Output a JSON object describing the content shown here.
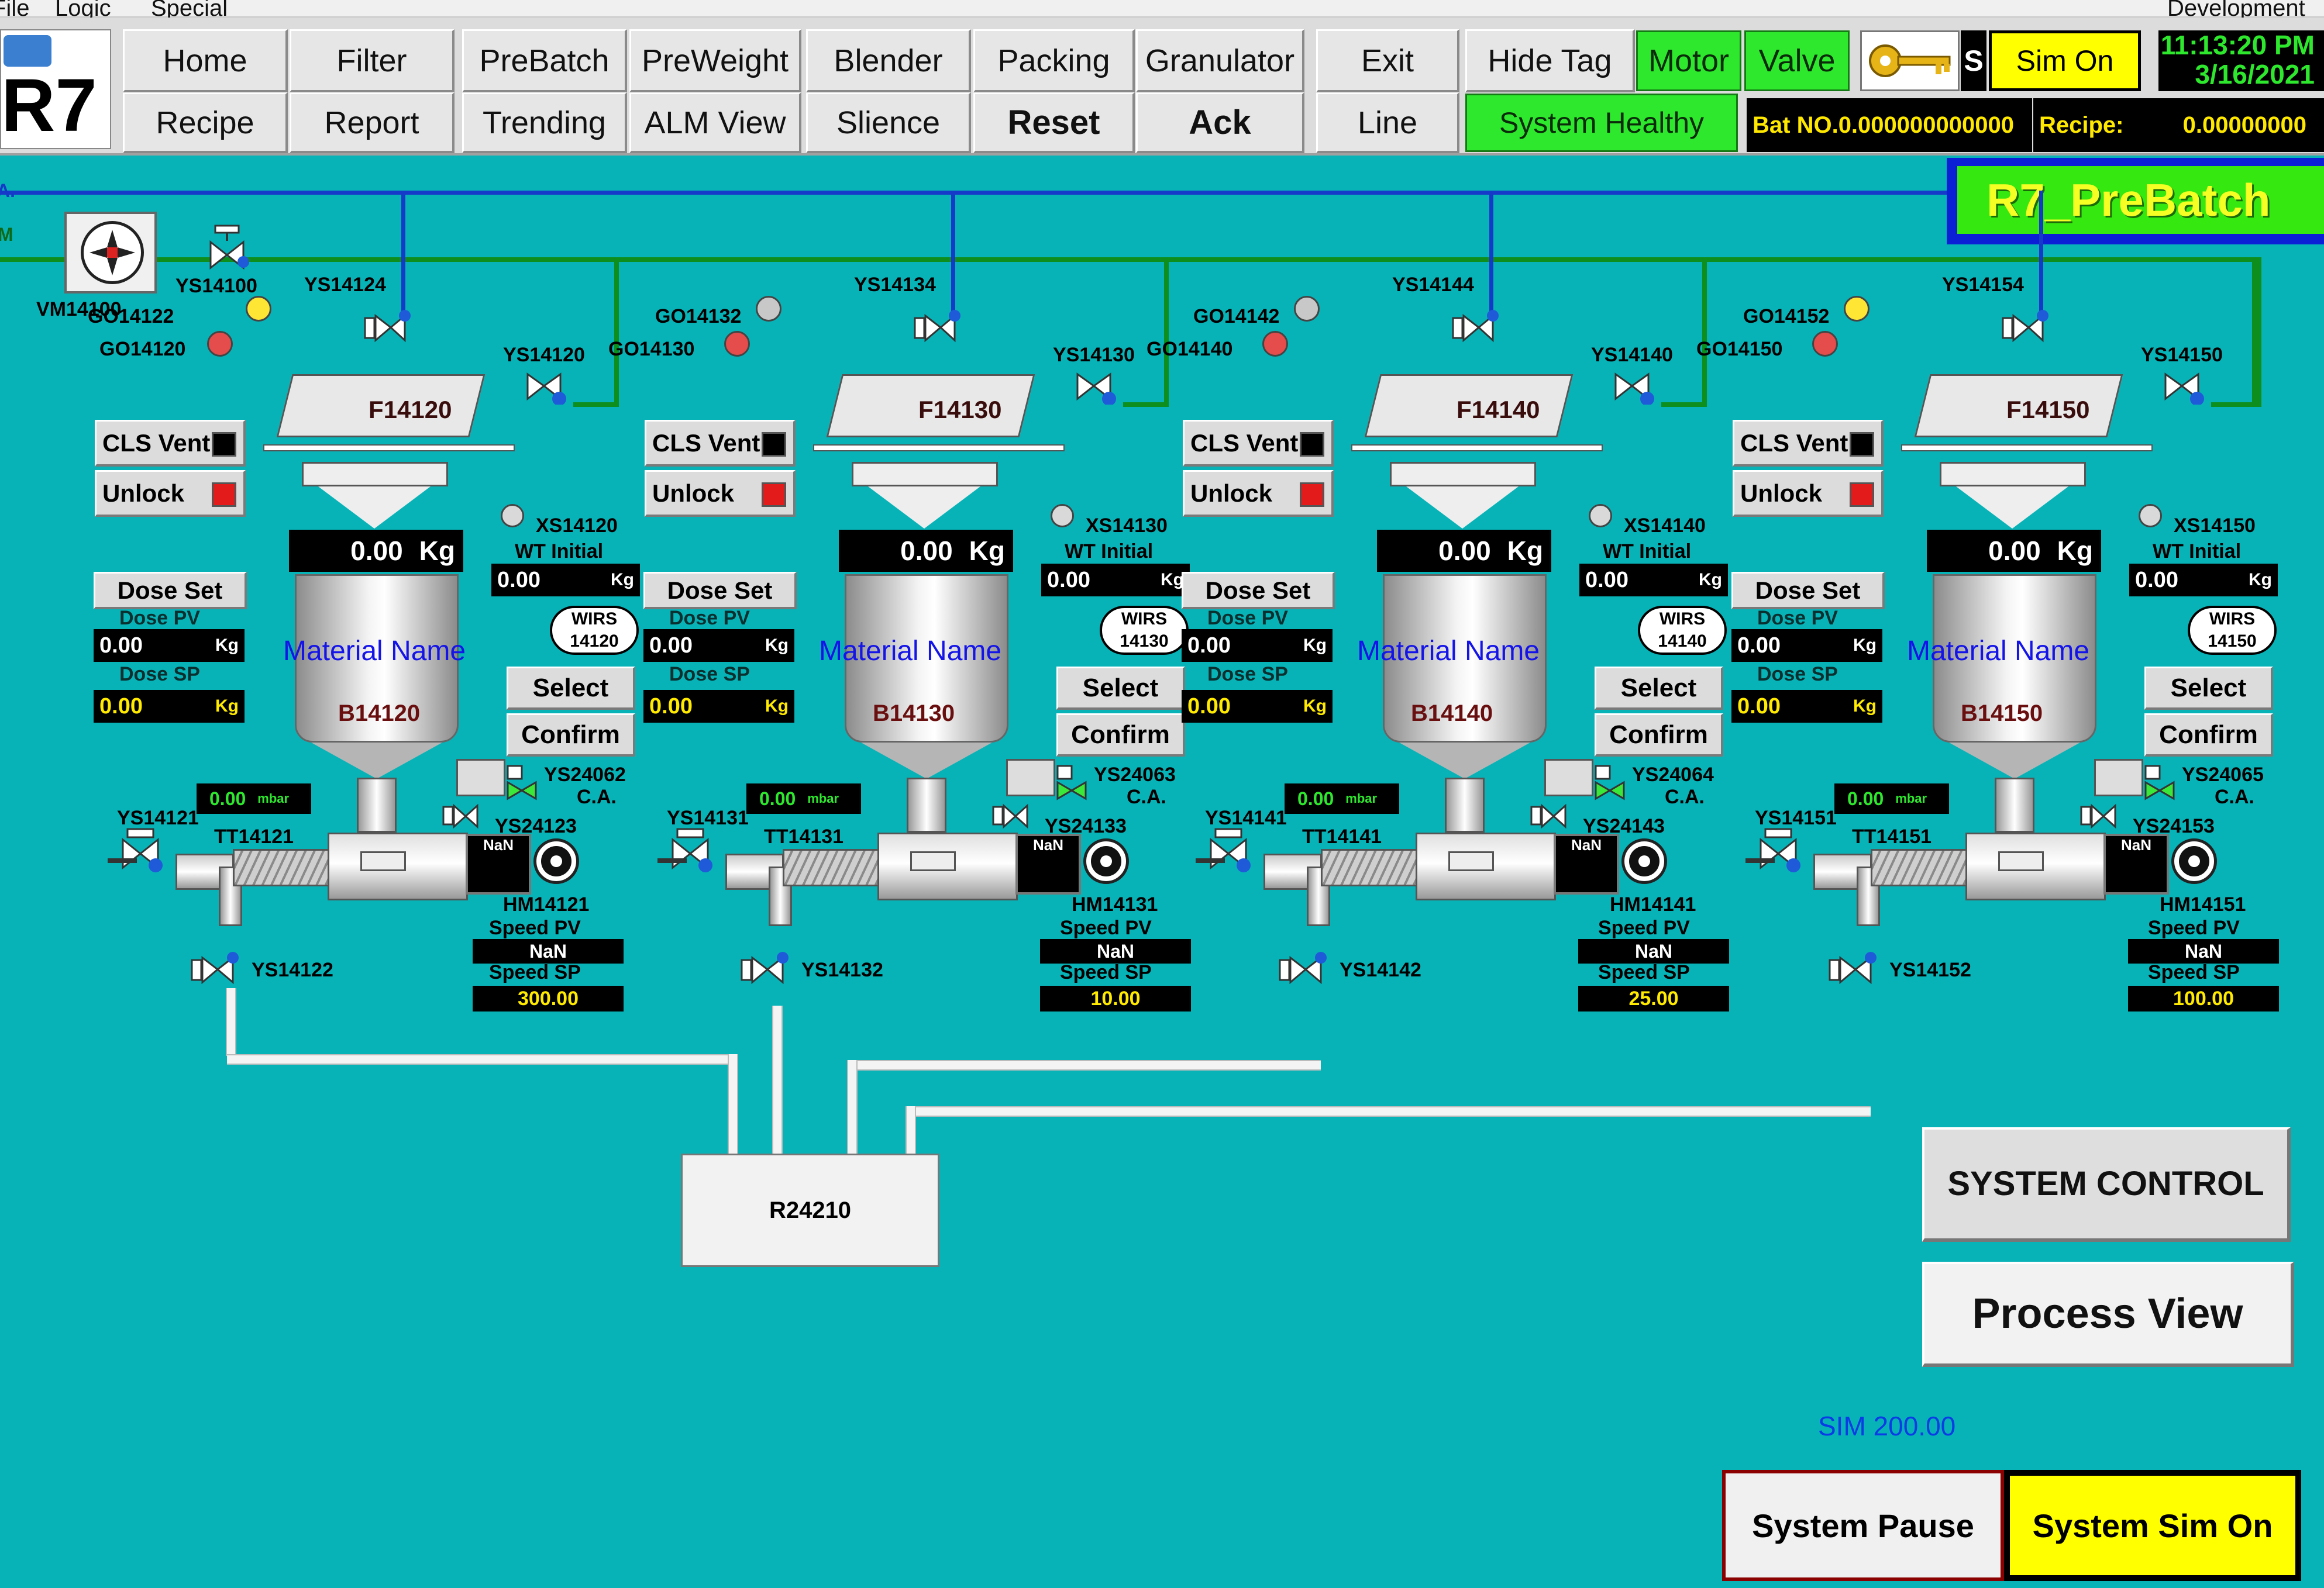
{
  "menu": {
    "items": [
      "File",
      "Logic",
      "Special"
    ],
    "right": "Development"
  },
  "logo": {
    "text": "R7"
  },
  "nav": {
    "home": "Home",
    "filter": "Filter",
    "prebatch": "PreBatch",
    "preweight": "PreWeight",
    "blender": "Blender",
    "packing": "Packing",
    "granulator": "Granulator",
    "exit": "Exit",
    "recipe": "Recipe",
    "report": "Report",
    "trending": "Trending",
    "alm_view": "ALM View",
    "silence": "Slience",
    "reset": "Reset",
    "ack": "Ack",
    "line": "Line"
  },
  "status": {
    "hide_tag": "Hide Tag",
    "motor": "Motor",
    "valve": "Valve",
    "sim_on": "Sim On",
    "s_letter": "S",
    "time": "11:13:20 PM",
    "date": "3/16/2021",
    "system_healthy": "System Healthy",
    "bat_no_label": "Bat NO.",
    "bat_no_value": "0.000000000000",
    "recipe_label": "Recipe:",
    "recipe_value": "0.00000000"
  },
  "screen_title": "R7_PreBatch",
  "common": {
    "ca_line": "A.",
    "m_line": "M",
    "fan_tag": "VM14100",
    "top_valve": "YS14100",
    "cls_vent": "CLS Vent",
    "unlock": "Unlock",
    "dose_set": "Dose Set",
    "dose_pv": "Dose PV",
    "dose_sp": "Dose SP",
    "kg": "Kg",
    "wt_initial": "WT Initial",
    "wirs": "WIRS",
    "material_name": "Material Name",
    "select": "Select",
    "confirm": "Confirm",
    "mbar": "mbar",
    "ca": "C.A.",
    "speed_pv": "Speed PV",
    "speed_sp": "Speed SP",
    "nan": "NaN"
  },
  "units": [
    {
      "go_a": "GO14122",
      "go_b": "GO14120",
      "feeder": "F14120",
      "top_vv": "YS14124",
      "side_vv": "YS14120",
      "xs": "XS14120",
      "wt": "0.00",
      "bin": "B14120",
      "wirs_num": "14120",
      "weight": "0.00",
      "dose_pv": "0.00",
      "dose_sp": "0.00",
      "press": "0.00",
      "vent": "YS24062",
      "ca_vv": "YS24123",
      "left_vv": "YS14121",
      "tt": "TT14121",
      "hm": "HM14121",
      "bot_vv": "YS14122",
      "speed_pv": "NaN",
      "speed_sp": "300.00",
      "lamp": "#ffe534"
    },
    {
      "go_a": "GO14132",
      "go_b": "GO14130",
      "feeder": "F14130",
      "top_vv": "YS14134",
      "side_vv": "YS14130",
      "xs": "XS14130",
      "wt": "0.00",
      "bin": "B14130",
      "wirs_num": "14130",
      "weight": "0.00",
      "dose_pv": "0.00",
      "dose_sp": "0.00",
      "press": "0.00",
      "vent": "YS24063",
      "ca_vv": "YS24133",
      "left_vv": "YS14131",
      "tt": "TT14131",
      "hm": "HM14131",
      "bot_vv": "YS14132",
      "speed_pv": "NaN",
      "speed_sp": "10.00",
      "lamp": "#c8c8c8"
    },
    {
      "go_a": "GO14142",
      "go_b": "GO14140",
      "feeder": "F14140",
      "top_vv": "YS14144",
      "side_vv": "YS14140",
      "xs": "XS14140",
      "wt": "0.00",
      "bin": "B14140",
      "wirs_num": "14140",
      "weight": "0.00",
      "dose_pv": "0.00",
      "dose_sp": "0.00",
      "press": "0.00",
      "vent": "YS24064",
      "ca_vv": "YS24143",
      "left_vv": "YS14141",
      "tt": "TT14141",
      "hm": "HM14141",
      "bot_vv": "YS14142",
      "speed_pv": "NaN",
      "speed_sp": "25.00",
      "lamp": "#c8c8c8"
    },
    {
      "go_a": "GO14152",
      "go_b": "GO14150",
      "feeder": "F14150",
      "top_vv": "YS14154",
      "side_vv": "YS14150",
      "xs": "XS14150",
      "wt": "0.00",
      "bin": "B14150",
      "wirs_num": "14150",
      "weight": "0.00",
      "dose_pv": "0.00",
      "dose_sp": "0.00",
      "press": "0.00",
      "vent": "YS24065",
      "ca_vv": "YS24153",
      "left_vv": "YS14151",
      "tt": "TT14151",
      "hm": "HM14151",
      "bot_vv": "YS14152",
      "speed_pv": "NaN",
      "speed_sp": "100.00",
      "lamp": "#ffe534"
    }
  ],
  "receiver": "R24210",
  "controls": {
    "system_control": "SYSTEM CONTROL",
    "process_view": "Process View",
    "sim_value": "SIM 200.00",
    "system_pause": "System Pause",
    "system_sim_on": "System Sim On"
  },
  "colors": {
    "background": "#08b3b8",
    "green_pipe": "#0e8e1c",
    "blue_pipe": "#1539c8",
    "status_green": "#2ee82e",
    "sim_yellow": "#ffff00"
  }
}
